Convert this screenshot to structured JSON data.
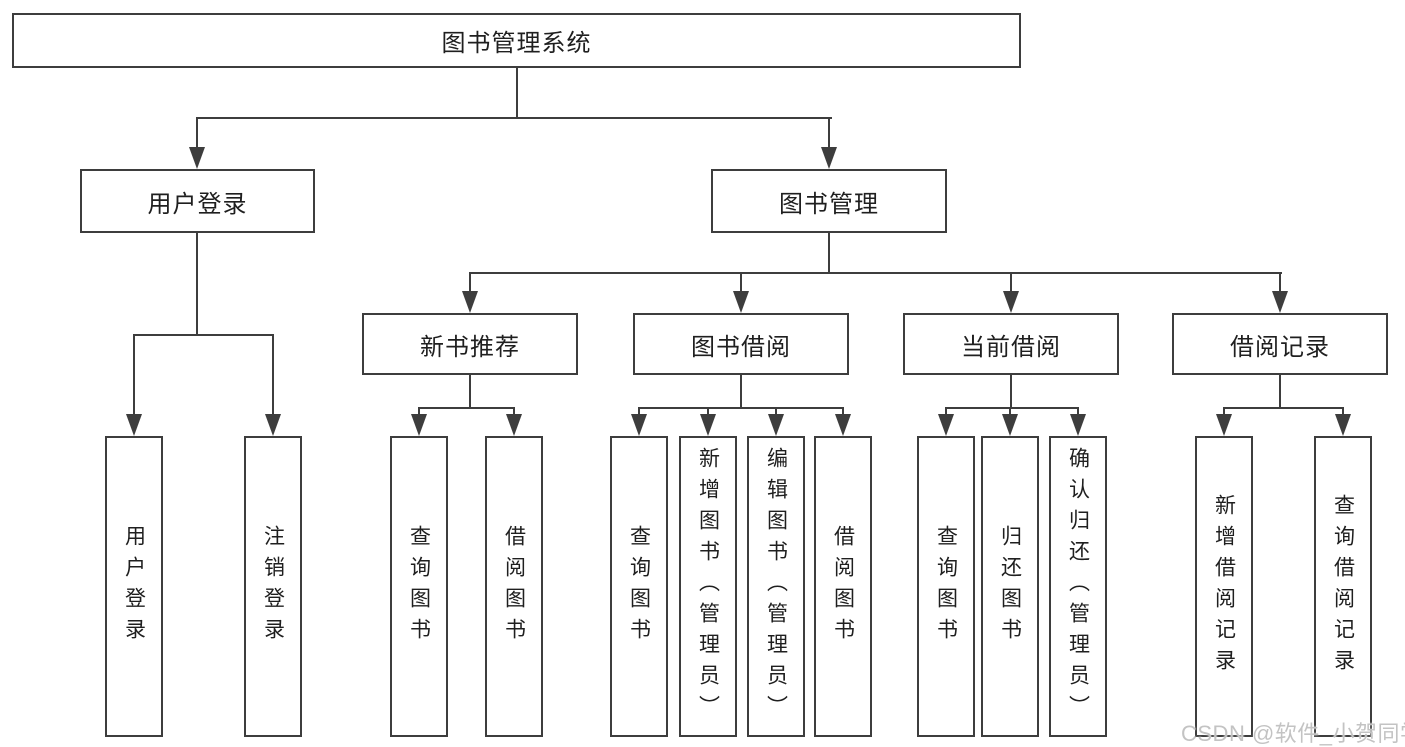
{
  "colors": {
    "line": "#3d3d3d",
    "box_border": "#3d3d3d",
    "text": "#1f1f1f",
    "watermark": "#c3c3c3"
  },
  "watermark": {
    "text": "CSDN @软件_小贺同学"
  },
  "tree": {
    "root": {
      "label": "图书管理系统",
      "children": [
        {
          "label": "用户登录",
          "children": [
            {
              "label": "用户登录"
            },
            {
              "label": "注销登录"
            }
          ]
        },
        {
          "label": "图书管理",
          "children": [
            {
              "label": "新书推荐",
              "children": [
                {
                  "label": "查询图书"
                },
                {
                  "label": "借阅图书"
                }
              ]
            },
            {
              "label": "图书借阅",
              "children": [
                {
                  "label": "查询图书"
                },
                {
                  "label": "新增图书（管理员）"
                },
                {
                  "label": "编辑图书（管理员）"
                },
                {
                  "label": "借阅图书"
                }
              ]
            },
            {
              "label": "当前借阅",
              "children": [
                {
                  "label": "查询图书"
                },
                {
                  "label": "归还图书"
                },
                {
                  "label": "确认归还（管理员）"
                }
              ]
            },
            {
              "label": "借阅记录",
              "children": [
                {
                  "label": "新增借阅记录"
                },
                {
                  "label": "查询借阅记录"
                }
              ]
            }
          ]
        }
      ]
    }
  }
}
